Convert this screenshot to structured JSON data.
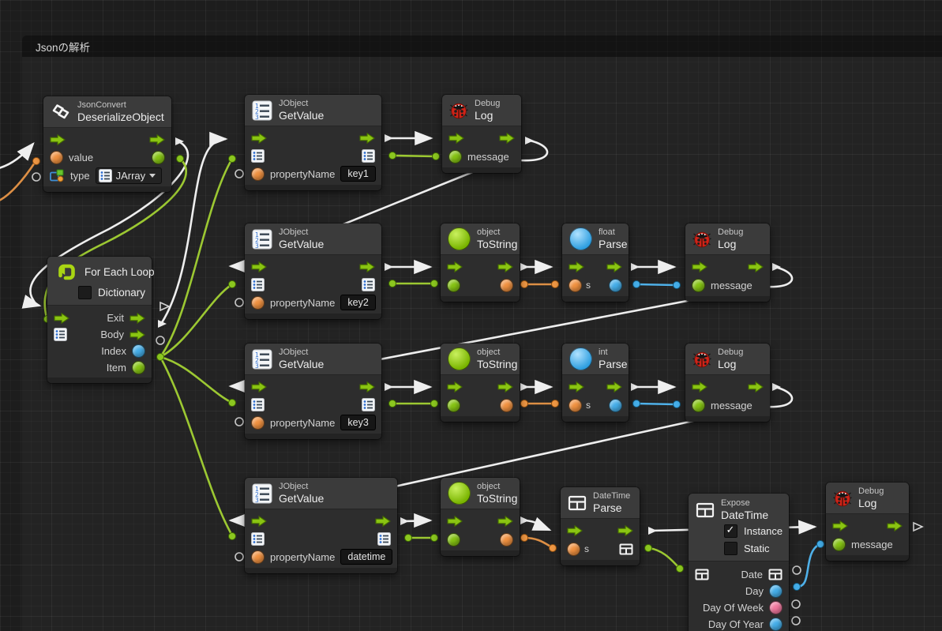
{
  "group": {
    "title": "Jsonの解析"
  },
  "nodes": {
    "deserialize": {
      "title_small": "JsonConvert",
      "title_big": "DeserializeObject",
      "value_label": "value",
      "type_label": "type",
      "type_value": "JArray"
    },
    "foreach": {
      "title": "For Each Loop",
      "dictionary_label": "Dictionary",
      "dictionary_checked": false,
      "exit_label": "Exit",
      "body_label": "Body",
      "index_label": "Index",
      "item_label": "Item"
    },
    "getvalue1": {
      "title_small": "JObject",
      "title_big": "GetValue",
      "prop_label": "propertyName",
      "prop_value": "key1"
    },
    "getvalue2": {
      "title_small": "JObject",
      "title_big": "GetValue",
      "prop_label": "propertyName",
      "prop_value": "key2"
    },
    "getvalue3": {
      "title_small": "JObject",
      "title_big": "GetValue",
      "prop_label": "propertyName",
      "prop_value": "key3"
    },
    "getvalue4": {
      "title_small": "JObject",
      "title_big": "GetValue",
      "prop_label": "propertyName",
      "prop_value": "datetime"
    },
    "log1": {
      "title_small": "Debug",
      "title_big": "Log",
      "message_label": "message"
    },
    "log2": {
      "title_small": "Debug",
      "title_big": "Log",
      "message_label": "message"
    },
    "log3": {
      "title_small": "Debug",
      "title_big": "Log",
      "message_label": "message"
    },
    "log4": {
      "title_small": "Debug",
      "title_big": "Log",
      "message_label": "message"
    },
    "tostring1": {
      "title_small": "object",
      "title_big": "ToString"
    },
    "tostring2": {
      "title_small": "object",
      "title_big": "ToString"
    },
    "tostring3": {
      "title_small": "object",
      "title_big": "ToString"
    },
    "floatparse": {
      "title_small": "float",
      "title_big": "Parse",
      "s_label": "s"
    },
    "intparse": {
      "title_small": "int",
      "title_big": "Parse",
      "s_label": "s"
    },
    "datetimeparse": {
      "title_small": "DateTime",
      "title_big": "Parse",
      "s_label": "s"
    },
    "expose": {
      "title_small": "Expose",
      "title_big": "DateTime",
      "instance_label": "Instance",
      "instance_checked": true,
      "static_label": "Static",
      "static_checked": false,
      "outputs": [
        "Date",
        "Day",
        "Day Of Week",
        "Day Of Year"
      ]
    }
  },
  "colors": {
    "flow_wire": "#eeeeee",
    "object_wire": "#9cc832",
    "string_wire": "#dd8f45",
    "number_wire": "#4fb0e8",
    "enum_port": "#f2789f",
    "accent_green": "#8ac412"
  }
}
